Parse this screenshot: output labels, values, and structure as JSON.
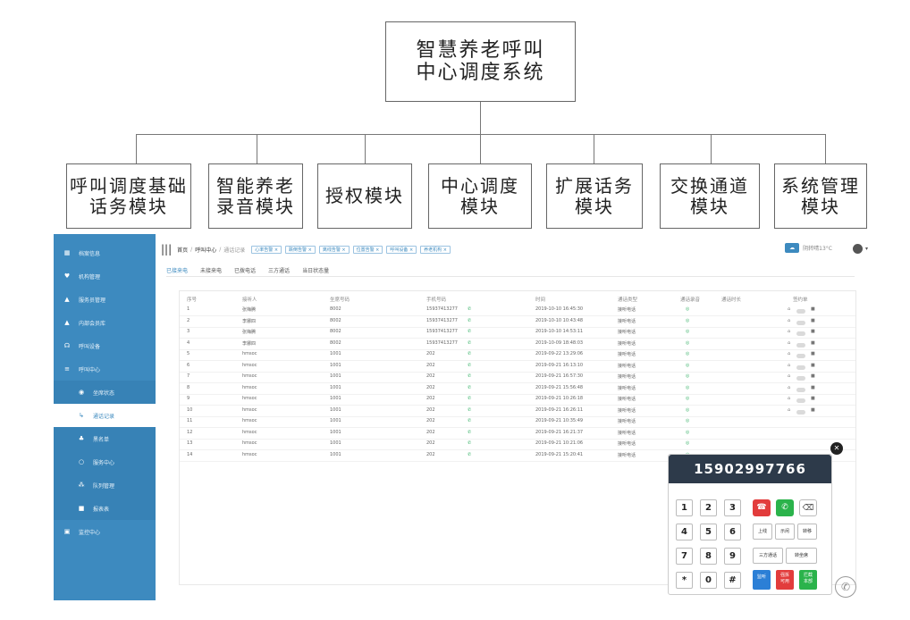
{
  "diagram": {
    "root_line1": "智慧养老呼叫",
    "root_line2": "中心调度系统",
    "modules": [
      {
        "line1": "呼叫调度基础",
        "line2": "话务模块"
      },
      {
        "line1": "智能养老",
        "line2": "录音模块"
      },
      {
        "line1": "授权模块",
        "line2": ""
      },
      {
        "line1": "中心调度",
        "line2": "模块"
      },
      {
        "line1": "扩展话务",
        "line2": "模块"
      },
      {
        "line1": "交换通道",
        "line2": "模块"
      },
      {
        "line1": "系统管理",
        "line2": "模块"
      }
    ]
  },
  "sidebar": {
    "items": [
      {
        "icon": "▦",
        "label": "档案信息"
      },
      {
        "icon": "♥",
        "label": "机构管理"
      },
      {
        "icon": "▲",
        "label": "服务员管理"
      },
      {
        "icon": "▲",
        "label": "内部会员库"
      },
      {
        "icon": "☊",
        "label": "呼叫设备"
      },
      {
        "icon": "≡",
        "label": "呼叫中心"
      },
      {
        "icon": "◉",
        "label": "坐席状态"
      },
      {
        "icon": "↳",
        "label": "通话记录"
      },
      {
        "icon": "♣",
        "label": "黑名单"
      },
      {
        "icon": "○",
        "label": "服务中心"
      },
      {
        "icon": "⁂",
        "label": "队列管理"
      },
      {
        "icon": "■",
        "label": "报表表"
      },
      {
        "icon": "▣",
        "label": "监控中心"
      }
    ]
  },
  "topbar": {
    "crumb_home": "首页",
    "crumb_section": "呼叫中心",
    "crumb_page": "通话记录",
    "tags": [
      "心率告警 ×",
      "跌倒告警 ×",
      "离线告警 ×",
      "位置告警 ×",
      "呼叫设备 ×",
      "养老机构 ×"
    ],
    "weather_icon": "☁",
    "weather_text": "阴转晴13°C",
    "caret": "▾"
  },
  "subtabs": [
    "已接来电",
    "未接来电",
    "已拨电话",
    "三方通话",
    "当日状态量"
  ],
  "table": {
    "headers": [
      "序号",
      "接听人",
      "坐席号码",
      "手机号码",
      "时间",
      "通话类型",
      "通话录音",
      "通话时长",
      "签约单"
    ],
    "rows": [
      [
        "1",
        "张梅腾",
        "8002",
        "15937413277",
        "2019-10-10 16:45:30",
        "接听电话"
      ],
      [
        "2",
        "李娜四",
        "8002",
        "15937413277",
        "2019-10-10 10:43:48",
        "接听电话"
      ],
      [
        "3",
        "张梅腾",
        "8002",
        "15937413277",
        "2019-10-10 14:53:11",
        "接听电话"
      ],
      [
        "4",
        "李娜四",
        "8002",
        "15937413277",
        "2019-10-09 18:48:03",
        "接听电话"
      ],
      [
        "5",
        "hmsoc",
        "1001",
        "202",
        "2019-09-22 13:29:06",
        "接听电话"
      ],
      [
        "6",
        "hmsoc",
        "1001",
        "202",
        "2019-09-21 16:13:10",
        "接听电话"
      ],
      [
        "7",
        "hmsoc",
        "1001",
        "202",
        "2019-09-21 16:57:30",
        "接听电话"
      ],
      [
        "8",
        "hmsoc",
        "1001",
        "202",
        "2019-09-21 15:56:48",
        "接听电话"
      ],
      [
        "9",
        "hmsoc",
        "1001",
        "202",
        "2019-09-21 10:26:18",
        "接听电话"
      ],
      [
        "10",
        "hmsoc",
        "1001",
        "202",
        "2019-09-21 16:26:11",
        "接听电话"
      ],
      [
        "11",
        "hmsoc",
        "1001",
        "202",
        "2019-09-21 10:35:49",
        "接听电话"
      ],
      [
        "12",
        "hmsoc",
        "1001",
        "202",
        "2019-09-21 16:21:37",
        "接听电话"
      ],
      [
        "13",
        "hmsoc",
        "1001",
        "202",
        "2019-09-21 10:21:06",
        "接听电话"
      ],
      [
        "14",
        "hmsoc",
        "1001",
        "202",
        "2019-09-21 15:20:41",
        "接听电话"
      ]
    ],
    "play_icon": "◎",
    "phone_icon": "✆",
    "row_icon_left": "⌂",
    "row_icon_right": "■"
  },
  "dialer": {
    "number": "15902997766",
    "keys": [
      "1",
      "2",
      "3",
      "4",
      "5",
      "6",
      "7",
      "8",
      "9",
      "*",
      "0",
      "#"
    ],
    "btn_hangup": "☎",
    "btn_answer": "✆",
    "btn_backspace": "⌫",
    "btn_hold": "上线",
    "btn_mute": "示闲",
    "btn_busy": "转移",
    "btn_three_way": "三方通话",
    "btn_transfer": "转坐席",
    "btn_monitor": "监听",
    "btn_force_hangup_1": "强拆",
    "btn_force_hangup_2": "可用",
    "btn_intercept_1": "拦截",
    "btn_intercept_2": "本部",
    "close_icon": "✕",
    "float_phone_icon": "✆"
  },
  "colors": {
    "sidebar_bg": "#3d8abf",
    "dial_display_bg": "#2d3a4a",
    "answer_green": "#2bb34b",
    "hangup_red": "#e23c3c"
  }
}
